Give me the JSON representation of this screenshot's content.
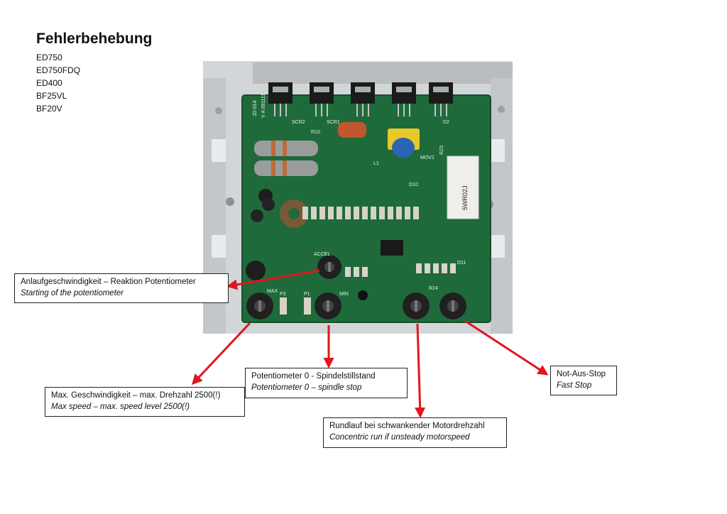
{
  "header": {
    "title": "Fehlerbehebung",
    "models": [
      "ED750",
      "ED750FDQ",
      "ED400",
      "BF25VL",
      "BF20V"
    ]
  },
  "board": {
    "silkscreen": [
      "JD-014",
      "V A 091111",
      "SCR2",
      "SCR1",
      "R10",
      "ACCEL",
      "MAX",
      "MIN",
      "P1",
      "P3",
      "R24",
      "MOV1",
      "R23",
      "5WR02J",
      "D10",
      "D11",
      "L1",
      "D2"
    ]
  },
  "callouts": {
    "accel": {
      "de": "Anlaufgeschwindigkeit – Reaktion Potentiometer",
      "en": "Starting of the potentiometer"
    },
    "max": {
      "de": "Max. Geschwindigkeit – max. Drehzahl 2500(!)",
      "en": "Max speed – max. speed level 2500(!)"
    },
    "min": {
      "de": "Potentiometer  0 -  Spindelstillstand",
      "en": "Potentiometer 0 – spindle stop"
    },
    "ir": {
      "de": "Rundlauf bei schwankender Motordrehzahl",
      "en": "Concentric run if unsteady motorspeed"
    },
    "stop": {
      "de": "Not-Aus-Stop",
      "en": "Fast Stop"
    }
  },
  "colors": {
    "arrow": "#e0161c",
    "pcb": "#1f6a3a",
    "heatsink": "#c9cdd0"
  }
}
